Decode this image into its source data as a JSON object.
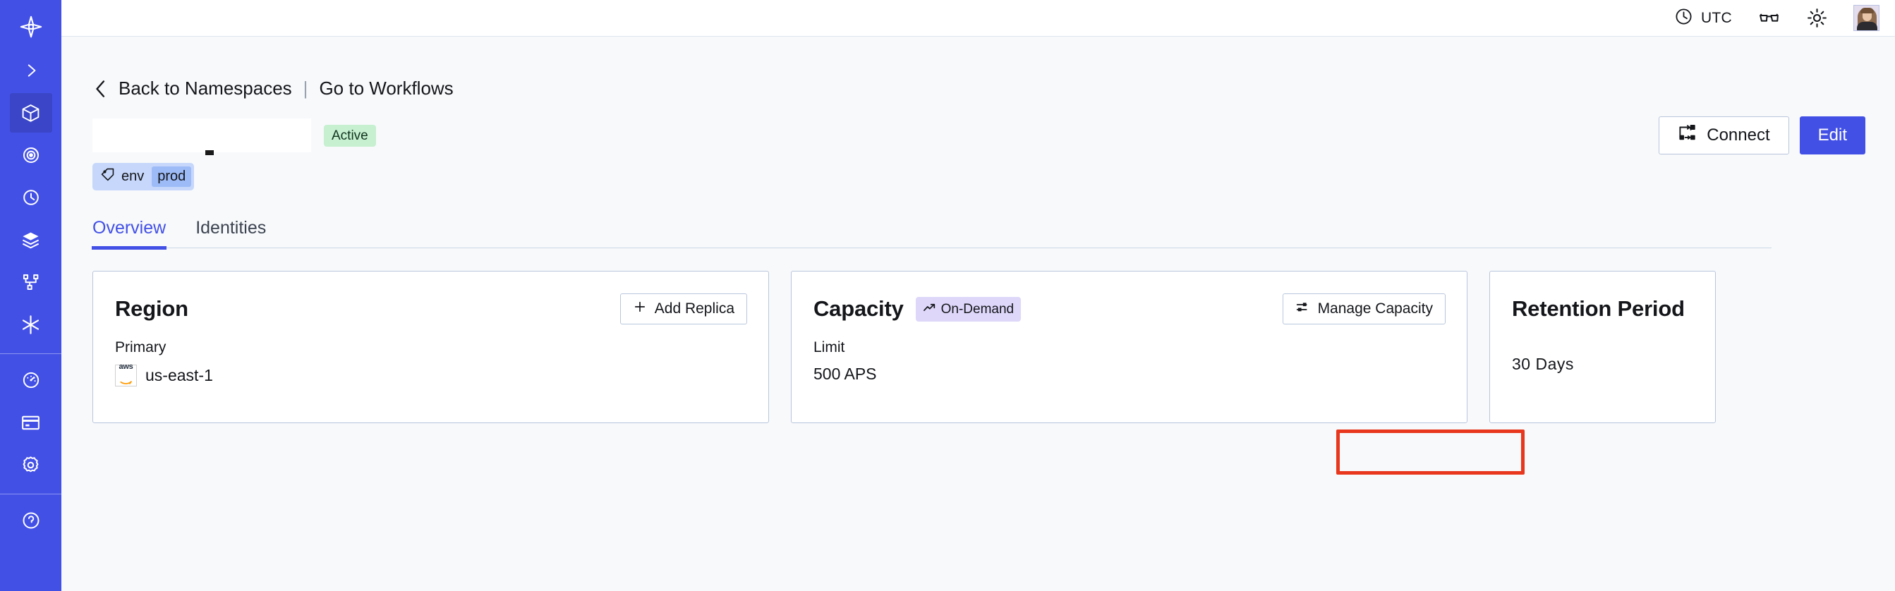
{
  "sidebar": {
    "logo_icon": "temporal-logo-icon",
    "expand_icon": "chevron-right-icon",
    "items": [
      {
        "name": "namespaces",
        "icon": "cube-icon",
        "active": true
      },
      {
        "name": "monitoring",
        "icon": "eye-target-icon",
        "active": false
      },
      {
        "name": "history",
        "icon": "clock-rewind-icon",
        "active": false
      },
      {
        "name": "layers",
        "icon": "layers-icon",
        "active": false
      },
      {
        "name": "workflows",
        "icon": "git-branch-icon",
        "active": false
      },
      {
        "name": "integrations",
        "icon": "asterisk-icon",
        "active": false
      }
    ],
    "bottom_items": [
      {
        "name": "usage",
        "icon": "gauge-icon"
      },
      {
        "name": "billing",
        "icon": "credit-card-icon"
      },
      {
        "name": "settings",
        "icon": "gear-icon"
      }
    ]
  },
  "topbar": {
    "timezone_icon": "clock-icon",
    "timezone_label": "UTC",
    "glasses_icon": "glasses-icon",
    "theme_icon": "sun-icon",
    "avatar_icon": "user-avatar"
  },
  "breadcrumb": {
    "back_icon": "chevron-left-icon",
    "back_label": "Back to Namespaces",
    "divider": "|",
    "forward_label": "Go to Workflows"
  },
  "header": {
    "namespace_title": "",
    "status_badge": "Active",
    "connect_icon": "connect-flow-icon",
    "connect_label": "Connect",
    "edit_label": "Edit"
  },
  "tags": [
    {
      "icon": "tag-icon",
      "key": "env",
      "value": "prod"
    }
  ],
  "tabs": [
    {
      "label": "Overview",
      "active": true
    },
    {
      "label": "Identities",
      "active": false
    }
  ],
  "cards": {
    "region": {
      "title": "Region",
      "add_replica_icon": "plus-icon",
      "add_replica_label": "Add Replica",
      "label": "Primary",
      "provider_icon": "aws-logo",
      "provider_text": "aws",
      "value": "us-east-1"
    },
    "capacity": {
      "title": "Capacity",
      "badge_icon": "trending-up-icon",
      "badge_label": "On-Demand",
      "manage_icon": "sliders-icon",
      "manage_label": "Manage Capacity",
      "label": "Limit",
      "value": "500 APS"
    },
    "retention": {
      "title": "Retention Period",
      "value": "30  Days"
    }
  },
  "annotation": {
    "target": "manage-capacity-button",
    "color": "#e8371d"
  },
  "colors": {
    "brand": "#4350e6",
    "sidebar": "#4350e6",
    "sidebar_active": "#3a46c7",
    "page_bg": "#f7f9fb",
    "card_border": "#b9c6dd",
    "badge_active_bg": "#c7f0d1",
    "badge_demand_bg": "#ded7fa",
    "tag_bg": "#c6d7fb",
    "tag_value_bg": "#9dbbf7",
    "annotation_red": "#e8371d"
  }
}
